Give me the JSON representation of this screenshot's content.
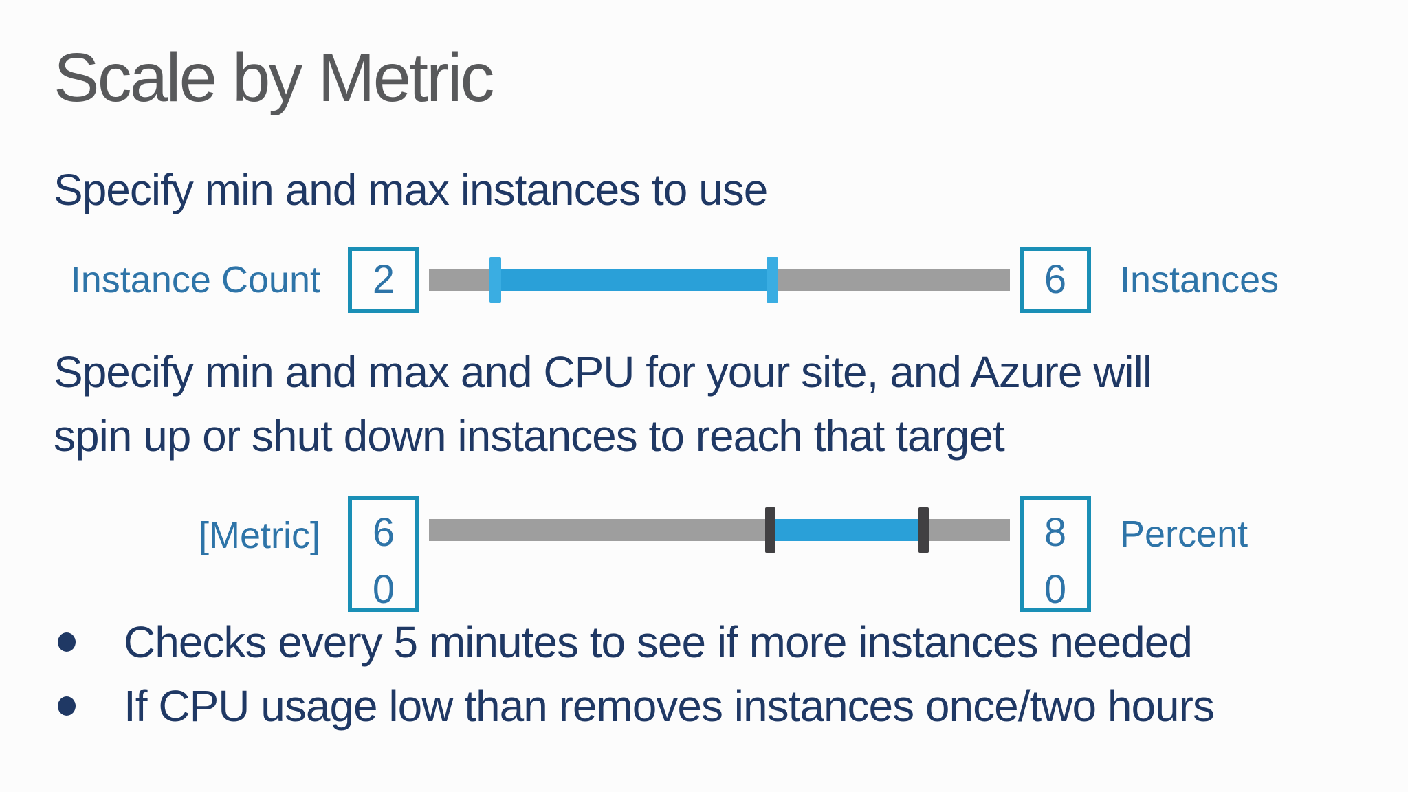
{
  "title": "Scale by Metric",
  "section1": {
    "heading": "Specify min and max instances to use",
    "slider": {
      "label": "Instance Count",
      "min_value": "2",
      "max_value": "6",
      "unit": "Instances"
    }
  },
  "section2": {
    "heading_lines": [
      "Specify min and max and CPU for your site, and Azure will",
      "spin up or shut down instances to reach that target"
    ],
    "slider": {
      "label": "[Metric]",
      "min_value": "60",
      "max_value": "80",
      "unit": "Percent"
    }
  },
  "bullets": [
    "Checks every 5 minutes to see if more instances needed",
    "If CPU usage low than removes instances once/two hours"
  ],
  "colors": {
    "title_gray": "#58595b",
    "body_navy": "#1f3864",
    "label_blue": "#2e74a8",
    "box_border_teal": "#1a8fb6",
    "slider_fill_blue": "#2aa0d8",
    "slider_handle_blue": "#3aade2",
    "slider_handle_dark": "#414042",
    "rail_gray": "#9e9e9e",
    "background": "#fcfcfc"
  }
}
